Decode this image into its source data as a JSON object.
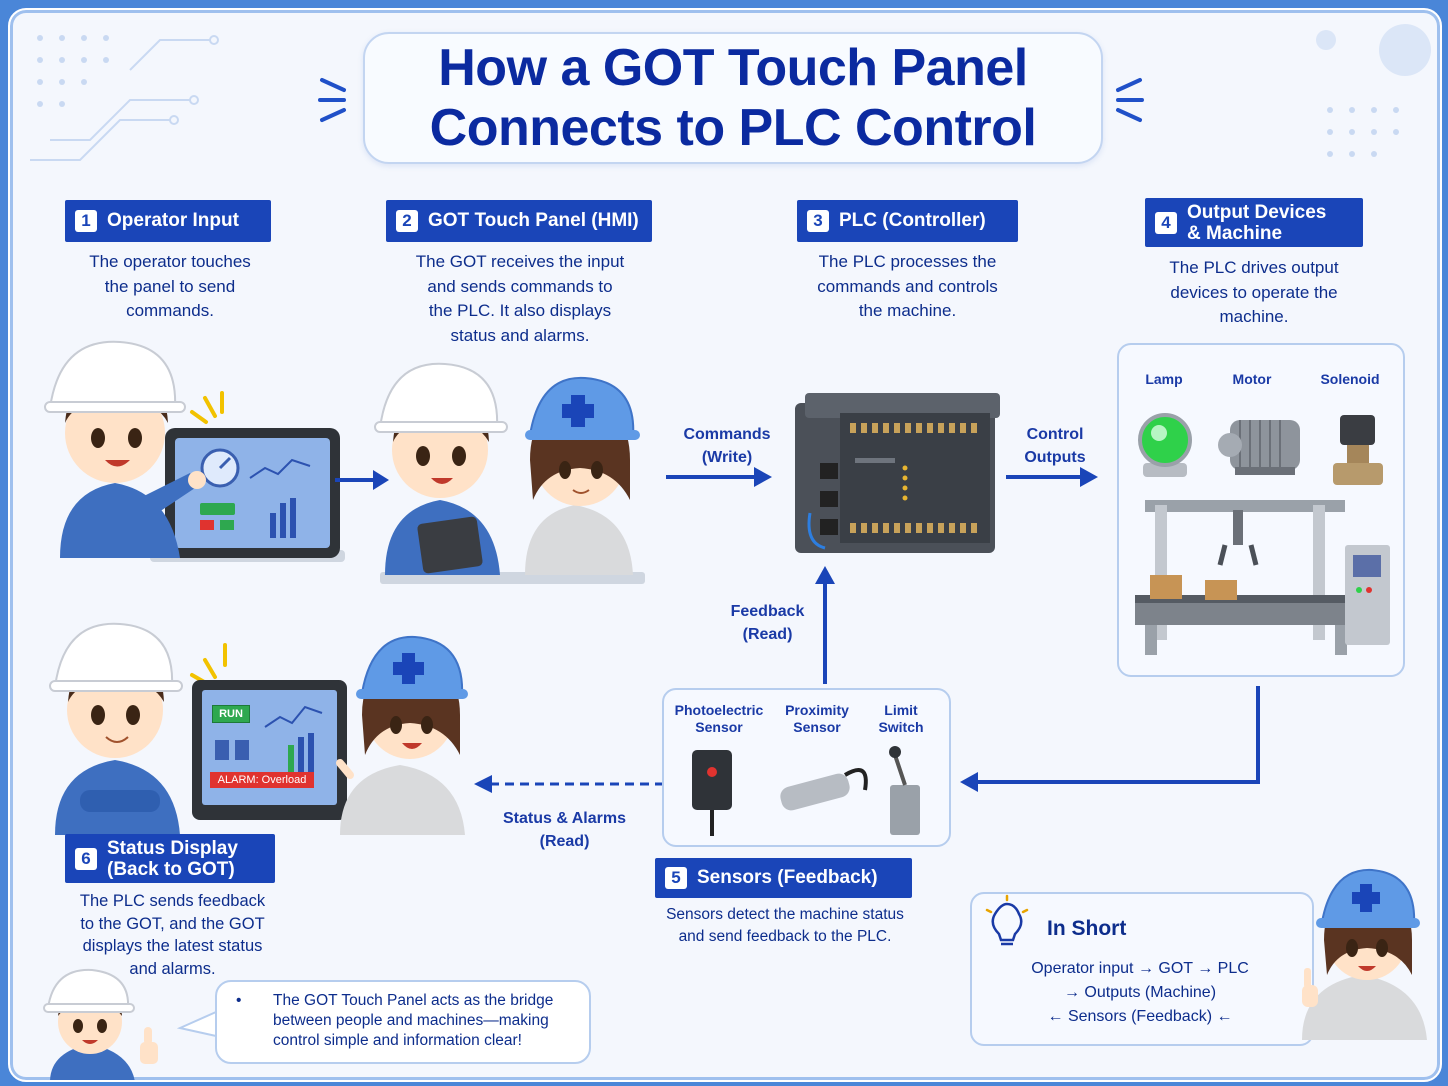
{
  "title": {
    "line1": "How a GOT Touch Panel",
    "line2": "Connects to PLC Control"
  },
  "steps": [
    {
      "num": "1",
      "label": "Operator Input",
      "desc": [
        "The operator touches",
        "the panel to send",
        "commands."
      ]
    },
    {
      "num": "2",
      "label": "GOT Touch Panel (HMI)",
      "desc": [
        "The GOT receives the input",
        "and sends commands to",
        "the PLC. It also displays",
        "status and alarms."
      ]
    },
    {
      "num": "3",
      "label": "PLC (Controller)",
      "desc": [
        "The PLC processes the",
        "commands and controls",
        "the machine."
      ]
    },
    {
      "num": "4",
      "label_lines": [
        "Output Devices",
        "& Machine"
      ],
      "desc": [
        "The PLC drives output",
        "devices to operate the",
        "machine."
      ]
    },
    {
      "num": "5",
      "label": "Sensors (Feedback)",
      "desc": [
        "Sensors detect the machine status",
        "and send feedback to the PLC."
      ]
    },
    {
      "num": "6",
      "label_lines": [
        "Status Display",
        "(Back to GOT)"
      ],
      "desc": [
        "The PLC sends feedback",
        "to the GOT, and the GOT",
        "displays the latest status",
        "and alarms."
      ]
    }
  ],
  "arrows": {
    "commands": [
      "Commands",
      "(Write)"
    ],
    "control_outputs": [
      "Control",
      "Outputs"
    ],
    "feedback": [
      "Feedback",
      "(Read)"
    ],
    "status_alarms": [
      "Status & Alarms",
      "(Read)"
    ]
  },
  "output_devices": [
    "Lamp",
    "Motor",
    "Solenoid"
  ],
  "sensors": [
    {
      "lines": [
        "Photoelectric",
        "Sensor"
      ]
    },
    {
      "lines": [
        "Proximity",
        "Sensor"
      ]
    },
    {
      "lines": [
        "Limit",
        "Switch"
      ]
    }
  ],
  "screen": {
    "run": "RUN",
    "alarm": "ALARM: Overload"
  },
  "in_short": {
    "title": "In Short",
    "lines": [
      "Operator input → GOT → PLC",
      "→ Outputs (Machine)",
      "← Sensors (Feedback) ←"
    ]
  },
  "bubble": {
    "bullet": "•",
    "lines": [
      "The GOT Touch Panel acts as the bridge",
      "between people and machines—making",
      "control simple and information clear!"
    ]
  },
  "colors": {
    "primary": "#1a45b8",
    "text": "#0d2d8c",
    "background": "#f4f7fd",
    "lamp_green": "#2fd14a",
    "alarm_red": "#e0332f",
    "run_green": "#2ea84f"
  }
}
